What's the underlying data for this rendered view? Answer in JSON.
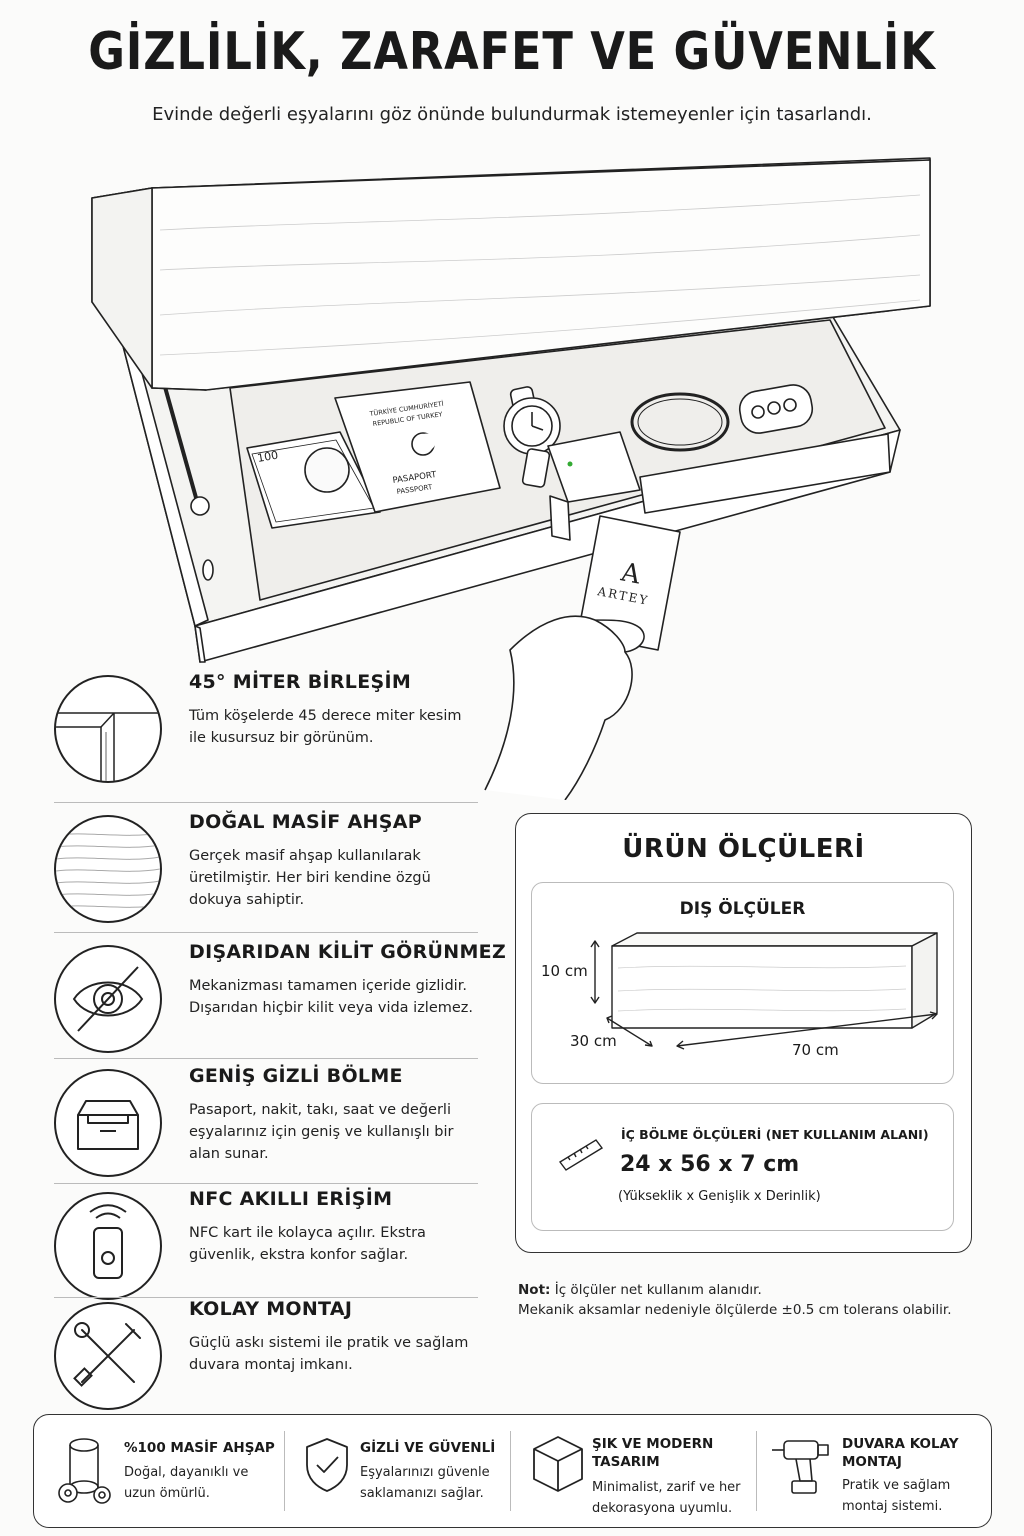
{
  "header": {
    "title": "GİZLİLİK, ZARAFET VE GÜVENLİK",
    "subtitle": "Evinde değerli eşyalarını göz önünde bulundurmak istemeyenler için tasarlandı."
  },
  "hero": {
    "passport_line1": "TÜRKİYE CUMHURİYETİ",
    "passport_line2": "REPUBLIC OF TURKEY",
    "passport_line3": "PASAPORT",
    "passport_line4": "PASSPORT",
    "banknote_value": "100",
    "card_logo": "A",
    "card_brand": "ARTEY"
  },
  "features": [
    {
      "icon": "miter-corner-icon",
      "title": "45° MİTER BİRLEŞİM",
      "text": "Tüm köşelerde 45 derece miter kesim ile kusursuz bir görünüm."
    },
    {
      "icon": "wood-grain-icon",
      "title": "DOĞAL MASİF AHŞAP",
      "text": "Gerçek masif ahşap kullanılarak üretilmiştir. Her biri kendine özgü dokuya sahiptir."
    },
    {
      "icon": "eye-slash-icon",
      "title": "DIŞARIDAN KİLİT GÖRÜNMEZ",
      "text": "Mekanizması tamamen içeride gizlidir. Dışarıdan hiçbir kilit veya vida izlemez."
    },
    {
      "icon": "open-box-icon",
      "title": "GENİŞ GİZLİ BÖLME",
      "text": "Pasaport, nakit, takı, saat ve değerli eşyalarınız için geniş ve kullanışlı bir alan sunar."
    },
    {
      "icon": "nfc-phone-icon",
      "title": "NFC AKILLI ERİŞİM",
      "text": "NFC kart ile kolayca açılır. Ekstra güvenlik, ekstra konfor sağlar."
    },
    {
      "icon": "tools-icon",
      "title": "KOLAY MONTAJ",
      "text": "Güçlü askı sistemi ile pratik ve sağlam duvara montaj imkanı."
    }
  ],
  "dimensions": {
    "title": "ÜRÜN ÖLÇÜLERİ",
    "outer_title": "DIŞ ÖLÇÜLER",
    "height": "10 cm",
    "depth": "30 cm",
    "width": "70 cm",
    "inner_title": "İÇ BÖLME ÖLÇÜLERİ",
    "inner_title_suffix": "(NET KULLANIM ALANI)",
    "inner_value": "24 x 56 x 7 cm",
    "inner_sub": "(Yükseklik x Genişlik x Derinlik)"
  },
  "note": {
    "label": "Not:",
    "line1": "İç ölçüler net kullanım alanıdır.",
    "line2": "Mekanik aksamlar nedeniyle ölçülerde ±0.5 cm tolerans olabilir."
  },
  "bottom": [
    {
      "icon": "wood-logs-icon",
      "title": "%100 MASİF AHŞAP",
      "text": "Doğal, dayanıklı ve uzun ömürlü."
    },
    {
      "icon": "shield-check-icon",
      "title": "GİZLİ VE GÜVENLİ",
      "text": "Eşyalarınızı güvenle saklamanızı sağlar."
    },
    {
      "icon": "cube-icon",
      "title": "ŞIK VE MODERN TASARIM",
      "text": "Minimalist, zarif ve her dekorasyona uyumlu."
    },
    {
      "icon": "drill-icon",
      "title": "DUVARA KOLAY MONTAJ",
      "text": "Pratik ve sağlam montaj sistemi."
    }
  ]
}
